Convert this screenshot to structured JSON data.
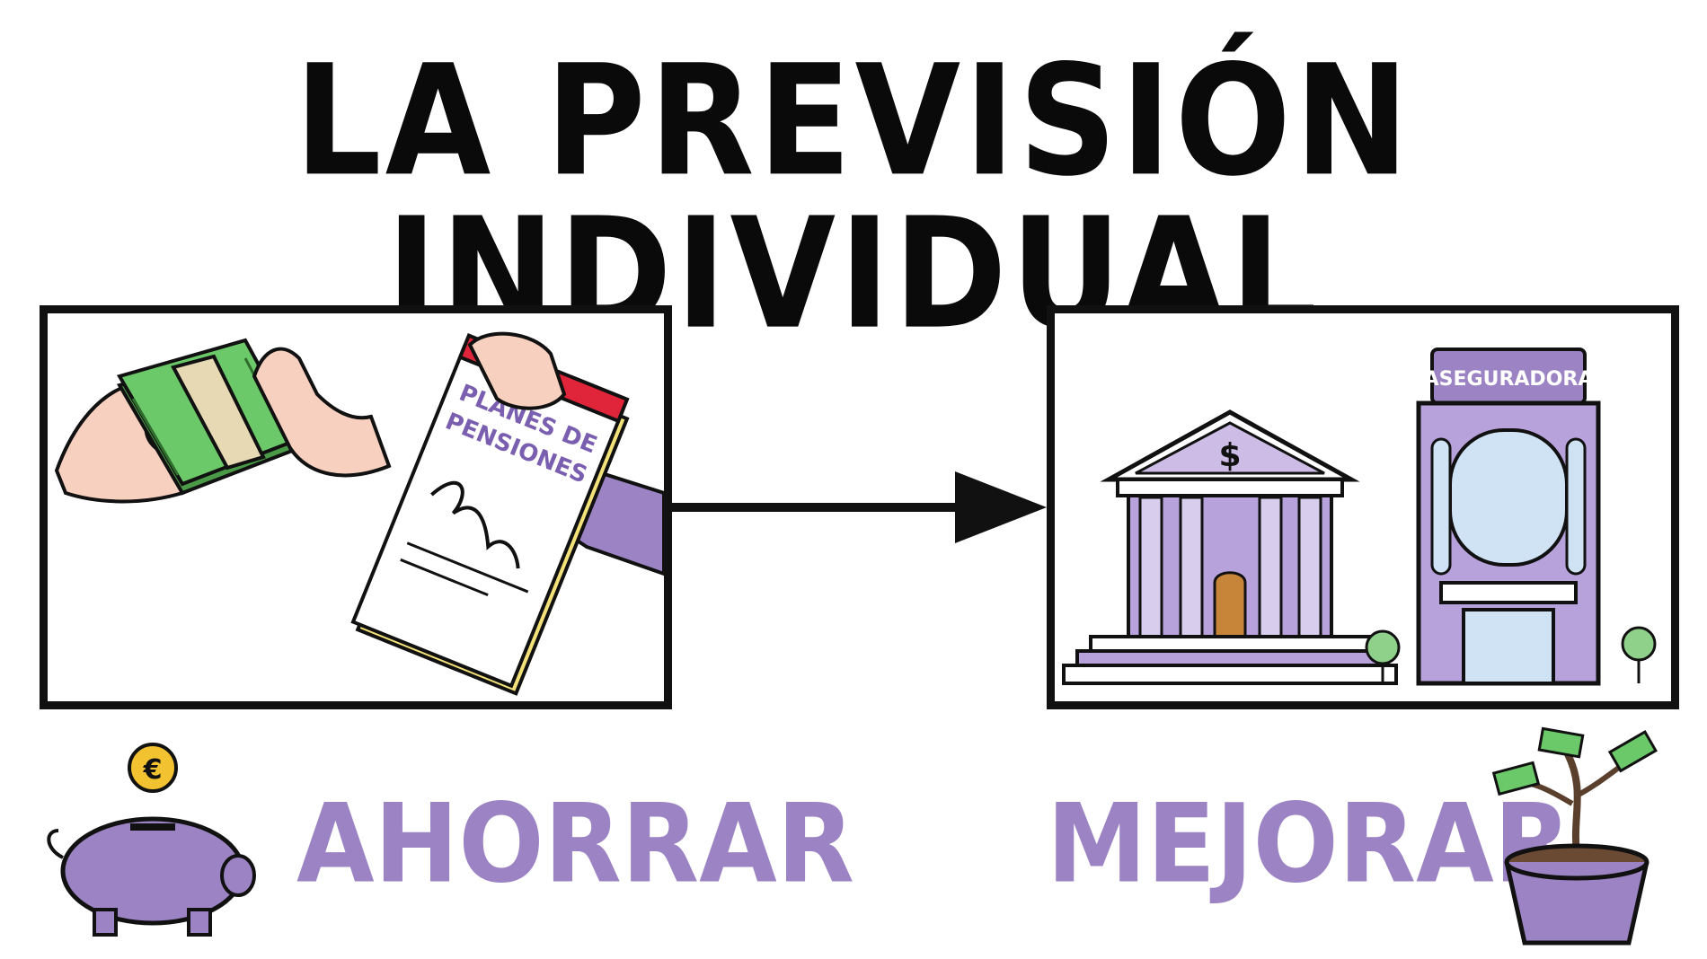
{
  "title": "LA PREVISIÓN INDIVIDUAL",
  "left_panel": {
    "document_text_line1": "PLANES DE",
    "document_text_line2": "PENSIONES"
  },
  "right_panel": {
    "insurer_sign": "ASEGURADORA",
    "bank_symbol": "$"
  },
  "labels": {
    "left": "AHORRAR",
    "right": "MEJORAR"
  },
  "coin_symbol": "€",
  "colors": {
    "accent_purple": "#9b83c4",
    "money_green": "#6cc96a",
    "paper_red": "#e0243a",
    "coin_gold": "#f2c230"
  }
}
